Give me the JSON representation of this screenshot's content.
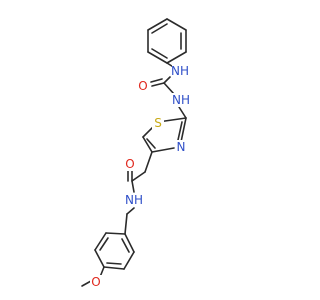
{
  "colors": {
    "bond": "#2b2b2b",
    "nitrogen": "#3050c8",
    "oxygen": "#e0281e",
    "sulfur": "#c8aa14",
    "background": "#ffffff"
  },
  "atoms": {
    "nh_top": "NH",
    "o_urea": "O",
    "nh_urea": "NH",
    "s_ring": "S",
    "n_ring": "N",
    "o_amide": "O",
    "nh_amide": "NH",
    "o_ether": "O"
  }
}
